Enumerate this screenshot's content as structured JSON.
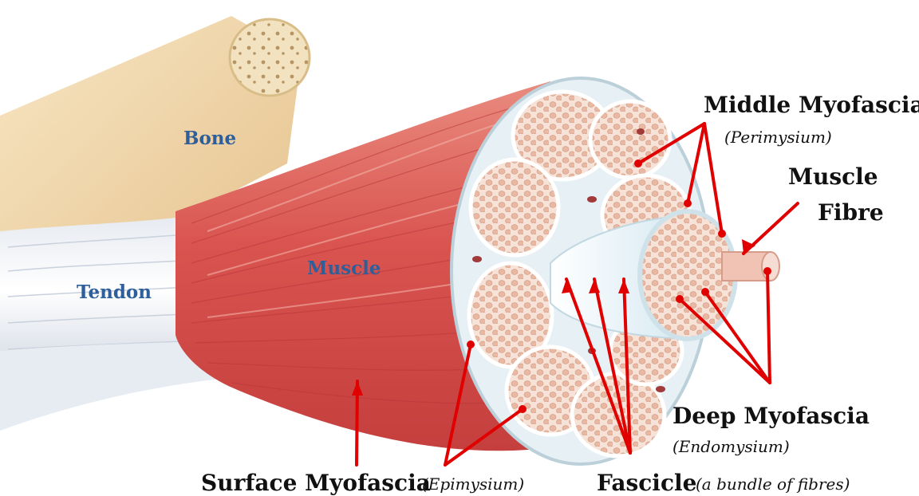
{
  "labels": {
    "bone": "Bone",
    "tendon": "Tendon",
    "muscle": "Muscle",
    "middle_title": "Middle Myofascia",
    "middle_sub": "(Perimysium)",
    "fibre_line1": "Muscle",
    "fibre_line2": "Fibre",
    "deep_title": "Deep Myofascia",
    "deep_sub": "(Endomysium)",
    "surface_title": "Surface Myofascia",
    "surface_sub": "(Epimysium)",
    "fascicle_title": "Fascicle",
    "fascicle_sub": "(a bundle of fibres)"
  },
  "colors": {
    "label_blue": "#2e5f9a",
    "arrow_red": "#e00000",
    "muscle_red": "#d9534f",
    "bone_tan": "#f1d9a8",
    "tendon_white": "#eef1f6"
  }
}
